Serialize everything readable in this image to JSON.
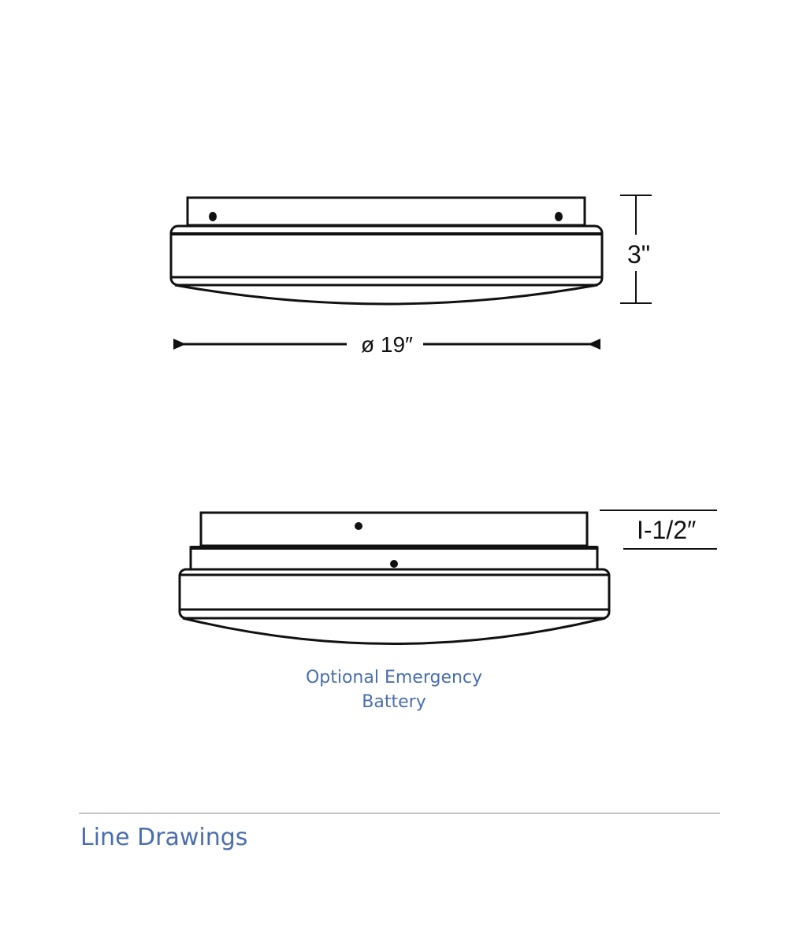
{
  "drawing_top": {
    "height_label": "3\"",
    "diameter_label": "ø 19″"
  },
  "drawing_bottom": {
    "battery_height_label": "I-1/2″",
    "caption_line1": "Optional Emergency",
    "caption_line2": "Battery"
  },
  "section": {
    "title": "Line Drawings"
  },
  "colors": {
    "accent": "#4a6eb0",
    "line": "#111111"
  }
}
